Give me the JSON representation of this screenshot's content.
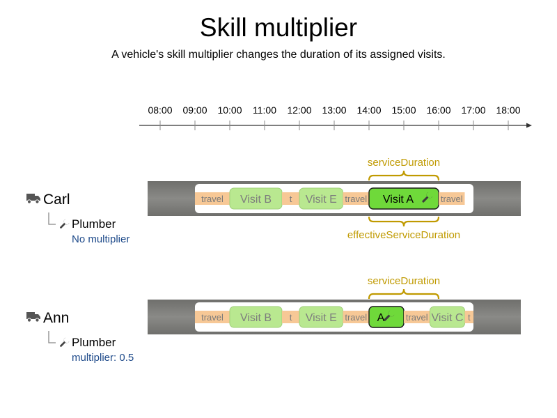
{
  "title": "Skill multiplier",
  "subtitle": "A vehicle's skill multiplier changes the duration of its assigned visits.",
  "timeline": {
    "ticks": [
      "08:00",
      "09:00",
      "10:00",
      "11:00",
      "12:00",
      "13:00",
      "14:00",
      "15:00",
      "16:00",
      "17:00",
      "18:00"
    ]
  },
  "colors": {
    "travel": "#f7c896",
    "visit": "#b9e890",
    "visit_highlight": "#6fd93a",
    "track": "#7b7b78",
    "bracket": "#c09a00",
    "multiplier_text": "#1e4a8a"
  },
  "vehicles": [
    {
      "name": "Carl",
      "skill": "Plumber",
      "multiplier_label": "No multiplier",
      "top_bracket_label": "serviceDuration",
      "bottom_bracket_label": "effectiveServiceDuration",
      "segments": [
        {
          "kind": "travel",
          "label": "travel",
          "start": "09:00",
          "end": "10:00"
        },
        {
          "kind": "visit",
          "label": "Visit B",
          "start": "10:00",
          "end": "11:30"
        },
        {
          "kind": "travel",
          "label": "t",
          "start": "11:30",
          "end": "12:00"
        },
        {
          "kind": "visit",
          "label": "Visit E",
          "start": "12:00",
          "end": "13:15"
        },
        {
          "kind": "travel",
          "label": "travel",
          "start": "13:15",
          "end": "14:00"
        },
        {
          "kind": "visit_highlight",
          "label": "Visit A",
          "start": "14:00",
          "end": "16:00",
          "icon": "wrench"
        },
        {
          "kind": "travel",
          "label": "travel",
          "start": "16:00",
          "end": "16:45"
        }
      ]
    },
    {
      "name": "Ann",
      "skill": "Plumber",
      "multiplier_label": "multiplier: 0.5",
      "top_bracket_label": "serviceDuration",
      "bottom_bracket_label": "",
      "segments": [
        {
          "kind": "travel",
          "label": "travel",
          "start": "09:00",
          "end": "10:00"
        },
        {
          "kind": "visit",
          "label": "Visit B",
          "start": "10:00",
          "end": "11:30"
        },
        {
          "kind": "travel",
          "label": "t",
          "start": "11:30",
          "end": "12:00"
        },
        {
          "kind": "visit",
          "label": "Visit E",
          "start": "12:00",
          "end": "13:15"
        },
        {
          "kind": "travel",
          "label": "travel",
          "start": "13:15",
          "end": "14:00"
        },
        {
          "kind": "visit_highlight",
          "label": "A",
          "start": "14:00",
          "end": "15:00",
          "icon": "wrench"
        },
        {
          "kind": "travel",
          "label": "travel",
          "start": "15:00",
          "end": "15:45"
        },
        {
          "kind": "visit",
          "label": "Visit C",
          "start": "15:45",
          "end": "16:45"
        },
        {
          "kind": "travel",
          "label": "t",
          "start": "16:45",
          "end": "17:00"
        }
      ]
    }
  ]
}
